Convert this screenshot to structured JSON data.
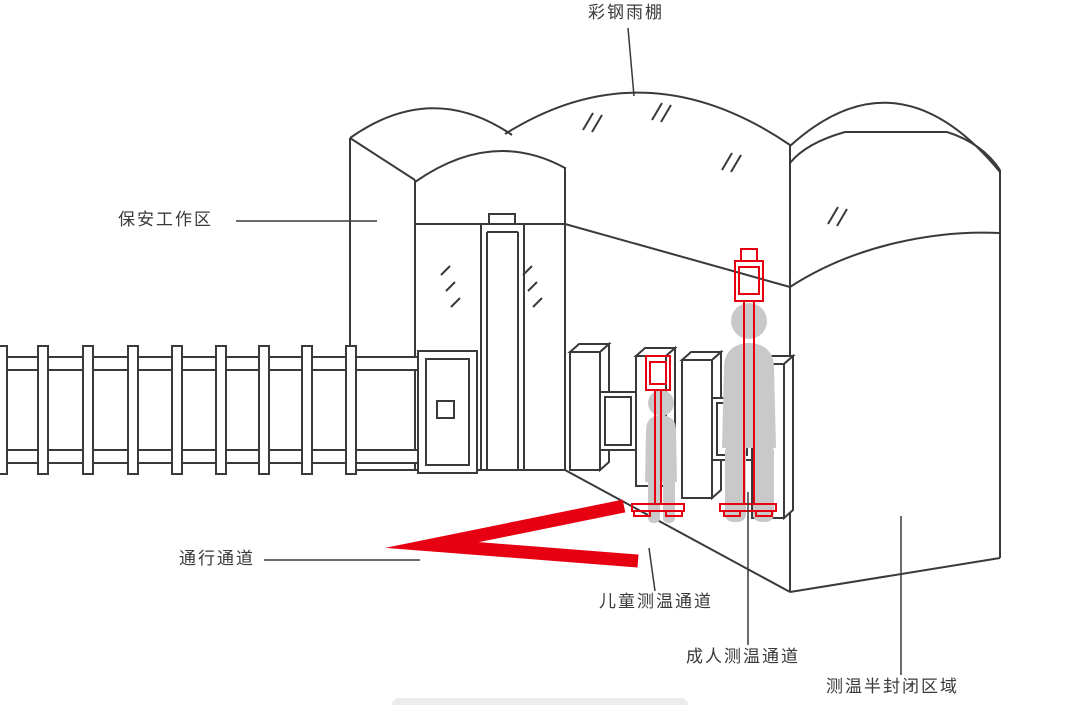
{
  "diagram": {
    "labels": {
      "canopy": "彩钢雨棚",
      "security_area": "保安工作区",
      "passage": "通行通道",
      "child_channel": "儿童测温通道",
      "adult_channel": "成人测温通道",
      "semi_enclosed_area": "测温半封闭区域"
    },
    "direction_arrow": "left",
    "figures": [
      "child-silhouette",
      "adult-silhouette"
    ],
    "devices": [
      "child-temperature-scanner",
      "adult-temperature-scanner"
    ]
  },
  "colors": {
    "line_color": "#3a3a3a",
    "accent_red": "#e60012",
    "silhouette_gray": "#c9c9c9",
    "background": "#ffffff"
  }
}
